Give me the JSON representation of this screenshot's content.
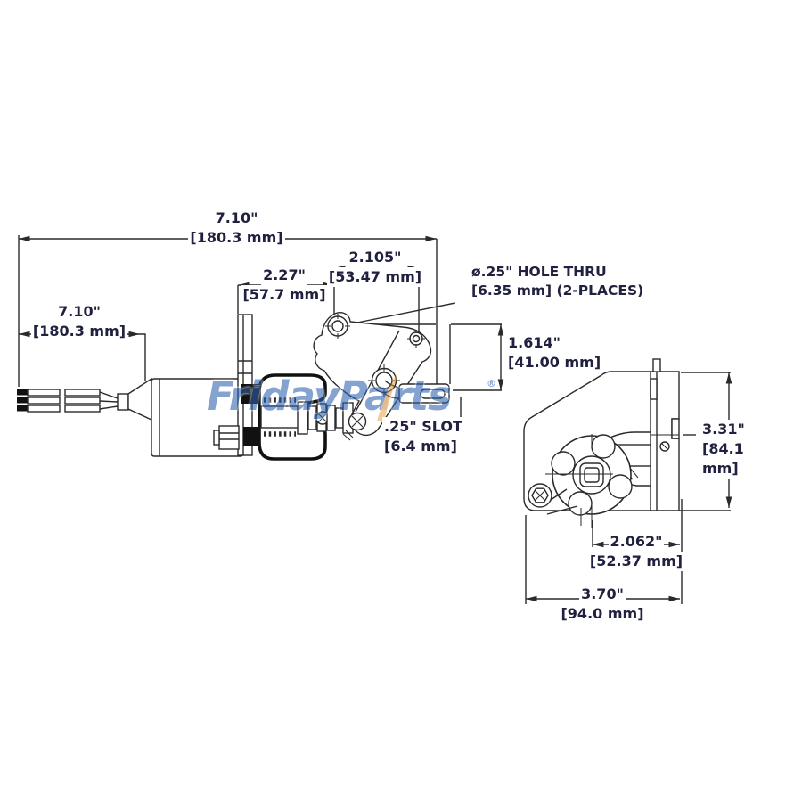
{
  "watermark": {
    "text": "FridayParts",
    "registered_mark": "®",
    "text_color": "#2f62af",
    "swoosh_color": "#e8952f"
  },
  "drawing": {
    "line_color": "#2a2a2a",
    "dimension_text_color": "#20203f",
    "description": "Dimensional drawing of a shut-off solenoid kit: side view with wire leads, boot, bellcrank bracket and slotted rod; end view with cross knob on mounting plate"
  },
  "dimensions": {
    "top_width": {
      "in": "7.10\"",
      "mm": "[180.3 mm]"
    },
    "wire_length": {
      "in": "7.10\"",
      "mm": "[180.3 mm]"
    },
    "plate_to_hole": {
      "in": "2.27\"",
      "mm": "[57.7 mm]"
    },
    "hole_spacing": {
      "in": "2.105\"",
      "mm": "[53.47 mm]"
    },
    "hole_note": {
      "line1": "ø.25\" HOLE THRU",
      "line2": "[6.35 mm] (2-PLACES)"
    },
    "hole_offset": {
      "in": "1.614\"",
      "mm": "[41.00 mm]"
    },
    "slot_note": {
      "in": ".25\" SLOT",
      "mm": "[6.4 mm]"
    },
    "end_height": {
      "in": "3.31\"",
      "mm": "[84.1 mm]"
    },
    "knob_width": {
      "in": "2.062\"",
      "mm": "[52.37 mm]"
    },
    "end_width": {
      "in": "3.70\"",
      "mm": "[94.0 mm]"
    }
  }
}
